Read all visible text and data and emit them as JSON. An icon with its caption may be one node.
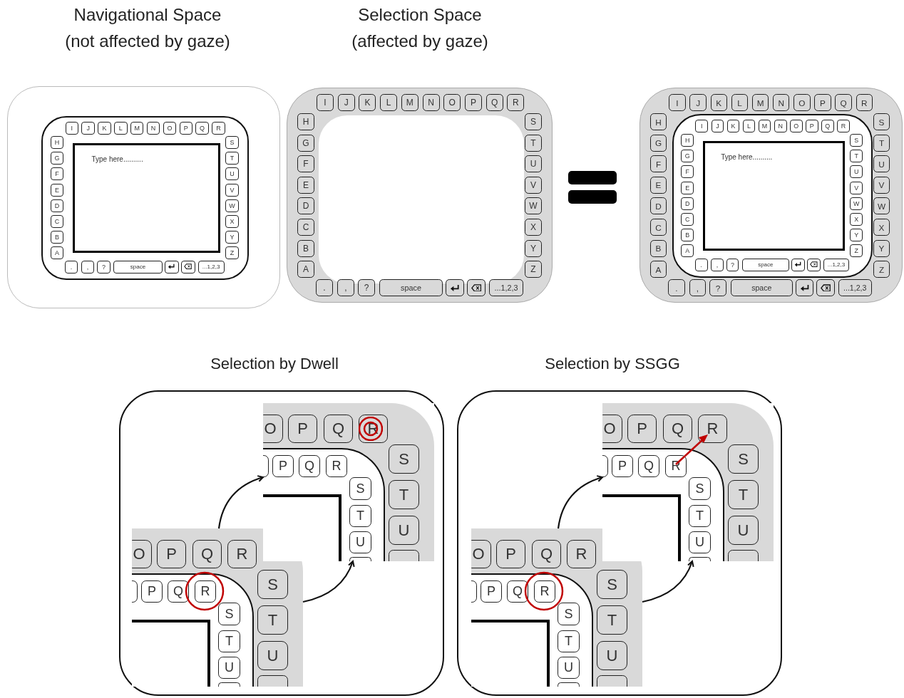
{
  "diagram": {
    "nodes": [
      {
        "text": [
          "Navigational Space (not affected by gaze)"
        ]
      },
      {
        "text": [
          "I",
          "J",
          "K",
          "L",
          "M",
          "N",
          "O",
          "P",
          "Q",
          "R",
          "H",
          "G",
          "F",
          "E",
          "D",
          "C",
          "B",
          "A",
          "S",
          "T",
          "U",
          "V",
          "W",
          "X",
          "Y",
          "Z",
          ".",
          ",",
          "?",
          "space",
          "...1,2,3"
        ],
        "in": 0
      },
      {
        "text": [
          "Type here.........."
        ],
        "in": 1
      },
      {
        "text": [
          "Selection Space (affected by gaze)",
          "I",
          "J",
          "K",
          "L",
          "M",
          "N",
          "O",
          "P",
          "Q",
          "R",
          "H",
          "G",
          "F",
          "E",
          "D",
          "C",
          "B",
          "A",
          "S",
          "T",
          "U",
          "V",
          "W",
          "X",
          "Y",
          "Z",
          ".",
          ",",
          "?",
          "space",
          "...1,2,3"
        ]
      },
      {
        "text": [
          "I",
          "J",
          "K",
          "L",
          "M",
          "N",
          "O",
          "P",
          "Q",
          "R",
          "H",
          "G",
          "F",
          "E",
          "D",
          "C",
          "B",
          "A",
          "S",
          "T",
          "U",
          "V",
          "W",
          "X",
          "Y",
          "Z",
          ".",
          ",",
          "?",
          "space",
          "...1,2,3"
        ]
      },
      {
        "text": [
          "I",
          "J",
          "K",
          "L",
          "M",
          "N",
          "O",
          "P",
          "Q",
          "R",
          "H",
          "G",
          "F",
          "E",
          "D",
          "C",
          "B",
          "A",
          "S",
          "T",
          "U",
          "V",
          "W",
          "X",
          "Y",
          "Z",
          ".",
          ",",
          "?",
          "space",
          "...1,2,3"
        ],
        "in": 4
      },
      {
        "text": [
          "Type here.........."
        ],
        "in": 5
      },
      {
        "text": [
          "Selection by Dwell"
        ]
      },
      {
        "text": [
          "O",
          "P",
          "Q",
          "R",
          "P",
          "Q",
          "R",
          "S",
          "T",
          "U",
          "S",
          "T",
          "U"
        ],
        "in": 7
      },
      {
        "text": [
          "O",
          "P",
          "Q",
          "R",
          "P",
          "Q",
          "R",
          "S",
          "T",
          "U",
          "S",
          "T",
          "U"
        ],
        "in": 7
      },
      {
        "text": [
          "Selection by SSGG"
        ]
      },
      {
        "text": [
          "O",
          "P",
          "Q",
          "R",
          "P",
          "Q",
          "R",
          "S",
          "T",
          "U",
          "S",
          "T",
          "U"
        ],
        "in": 10
      },
      {
        "text": [
          "O",
          "P",
          "Q",
          "R",
          "P",
          "Q",
          "R",
          "S",
          "T",
          "U",
          "S",
          "T",
          "U"
        ],
        "in": 10
      }
    ],
    "edges": [
      {
        "from": 9,
        "to": 8,
        "arrow": "to"
      },
      {
        "from": 9,
        "to": 8,
        "arrow": "to"
      },
      {
        "from": 12,
        "to": 11,
        "arrow": "to"
      },
      {
        "from": 12,
        "to": 11,
        "arrow": "to"
      }
    ]
  }
}
